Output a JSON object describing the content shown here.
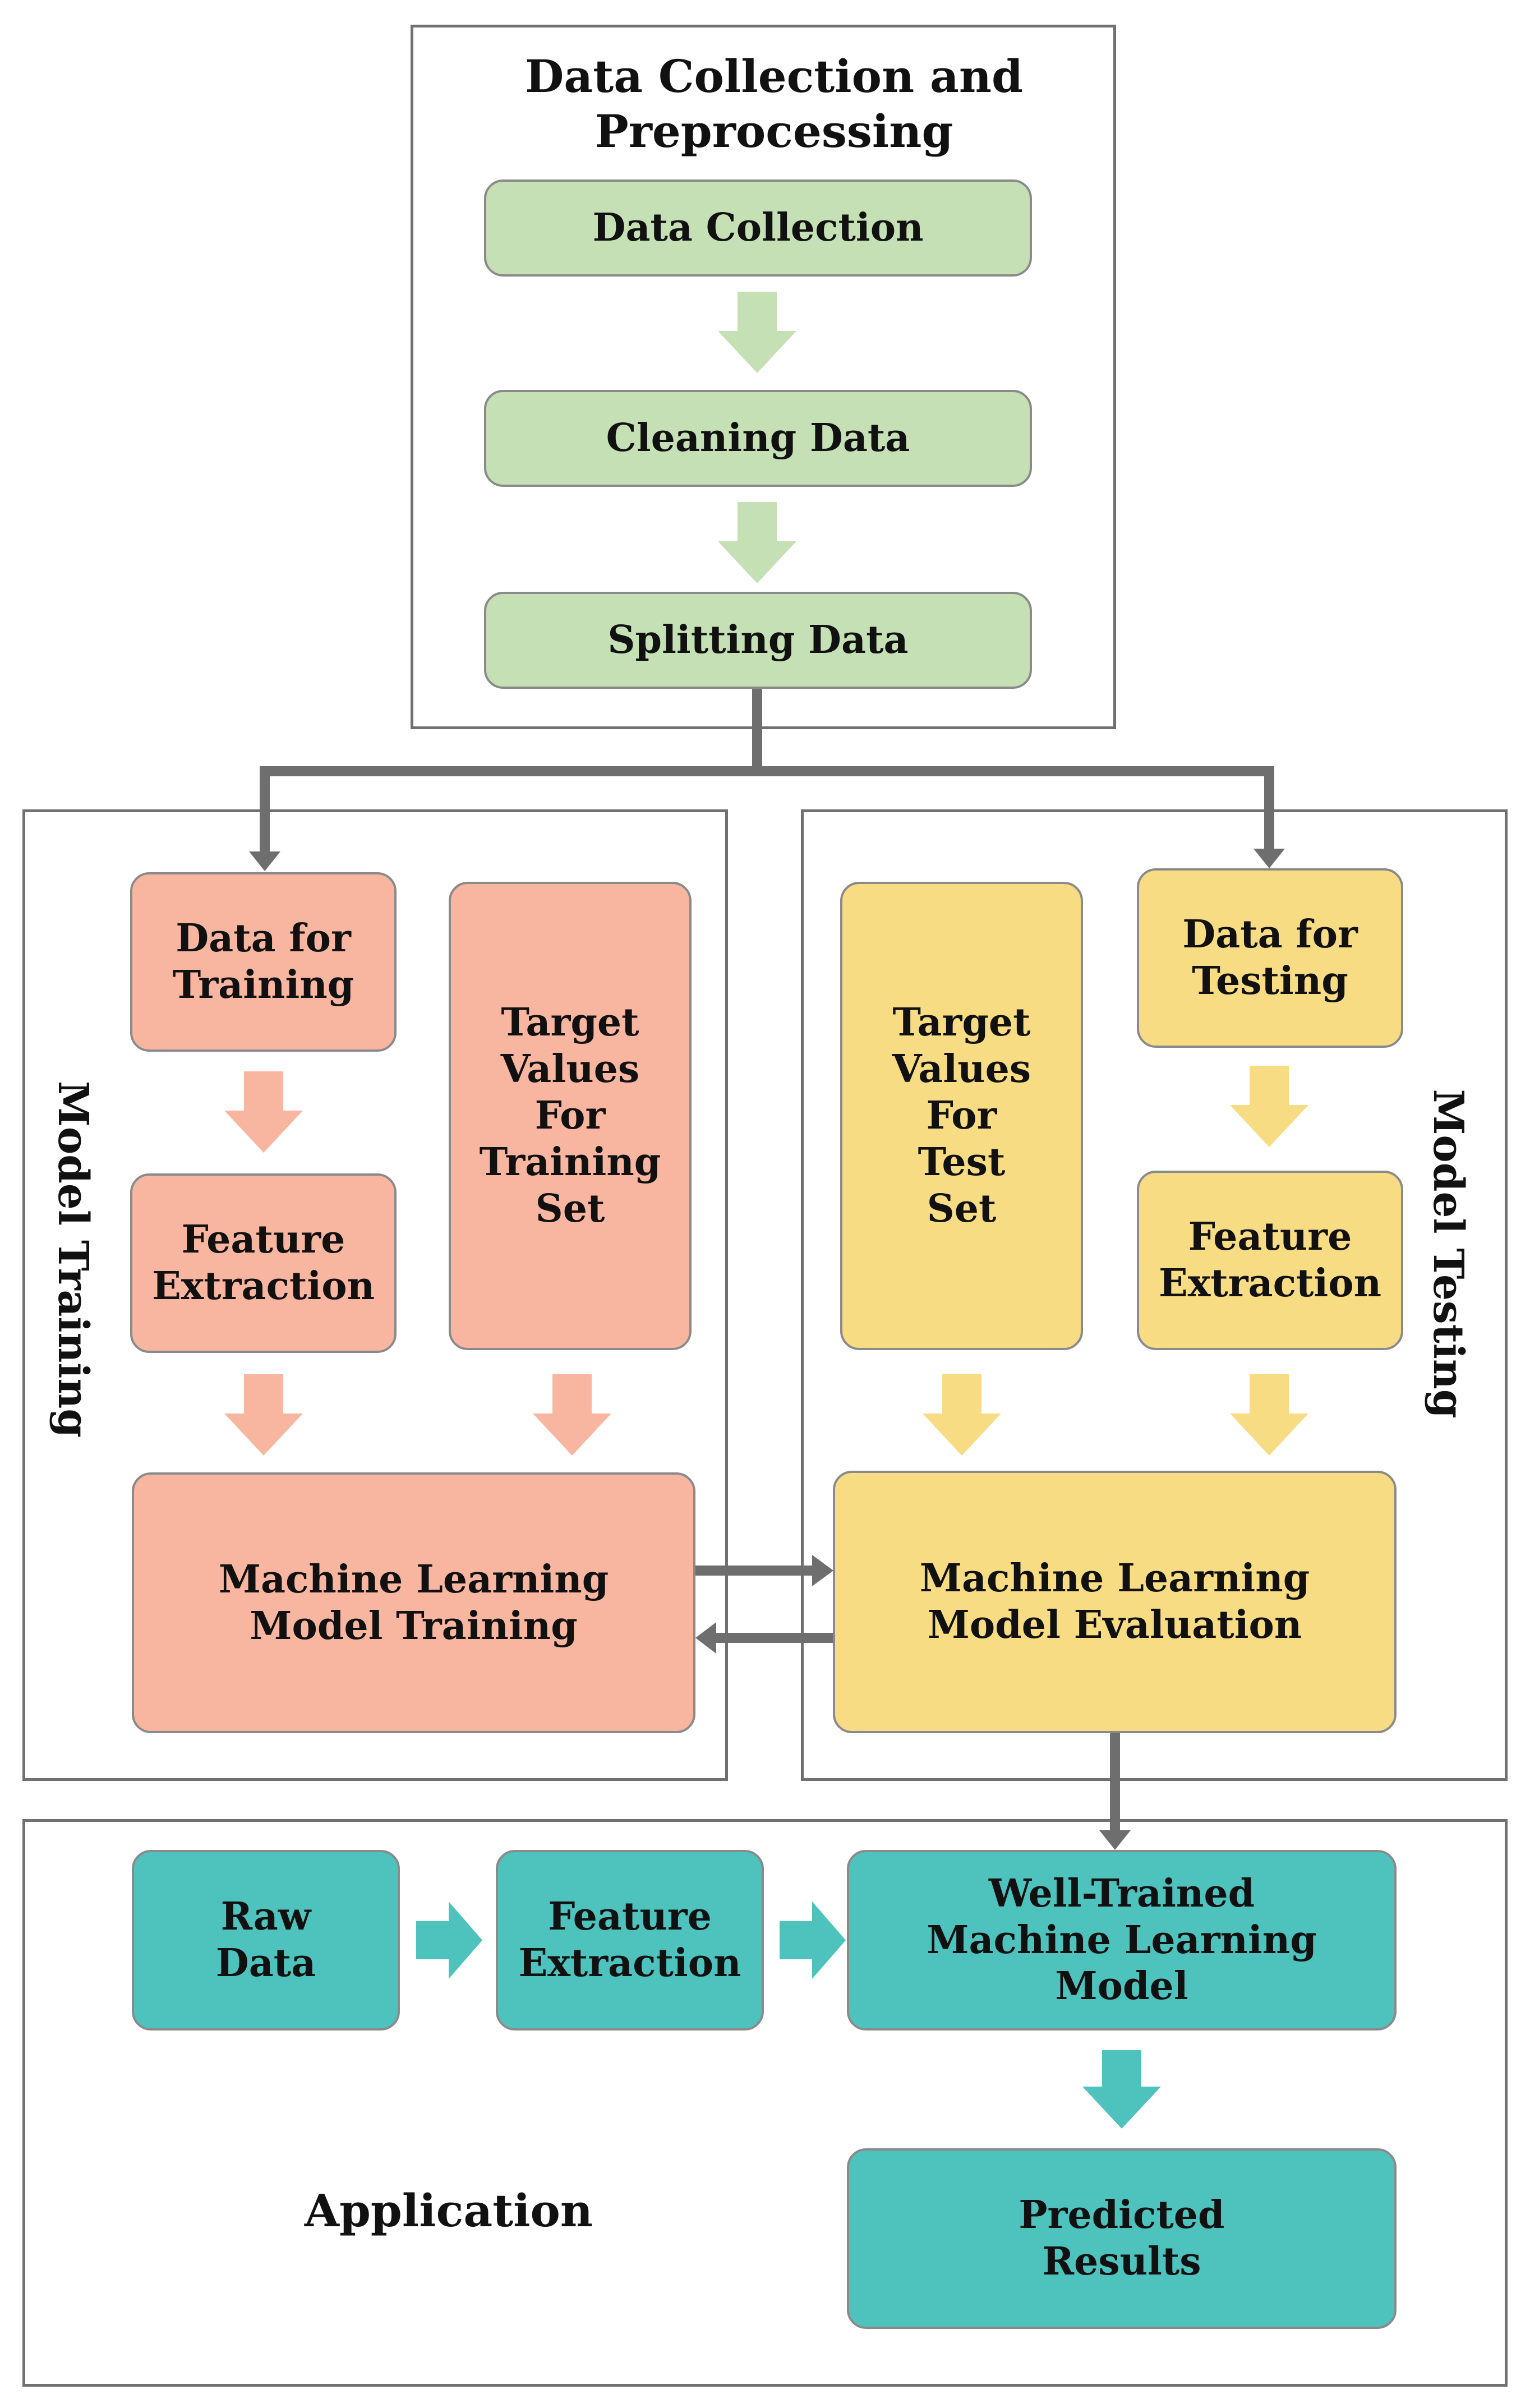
{
  "preprocessing": {
    "title": "Data Collection and\nPreprocessing",
    "step1": "Data Collection",
    "step2": "Cleaning Data",
    "step3": "Splitting Data"
  },
  "training": {
    "title": "Model Training",
    "data": "Data for\nTraining",
    "feature": "Feature\nExtraction",
    "target": "Target\nValues\nFor\nTraining\nSet",
    "model": "Machine Learning\nModel Training"
  },
  "testing": {
    "title": "Model Testing",
    "data": "Data for\nTesting",
    "feature": "Feature\nExtraction",
    "target": "Target\nValues\nFor\nTest\nSet",
    "model": "Machine Learning\nModel Evaluation"
  },
  "application": {
    "title": "Application",
    "raw": "Raw\nData",
    "feature": "Feature\nExtraction",
    "model": "Well-Trained\nMachine  Learning\nModel",
    "results": "Predicted\nResults"
  },
  "colors": {
    "green": "#c5e0b4",
    "green_arrow": "#c5e0b4",
    "salmon": "#f8b6a1",
    "salmon_arrow": "#f8b6a1",
    "yellow": "#f7dc84",
    "yellow_arrow": "#f7dc84",
    "teal": "#4ec2bd",
    "connector": "#6e6e6e"
  }
}
